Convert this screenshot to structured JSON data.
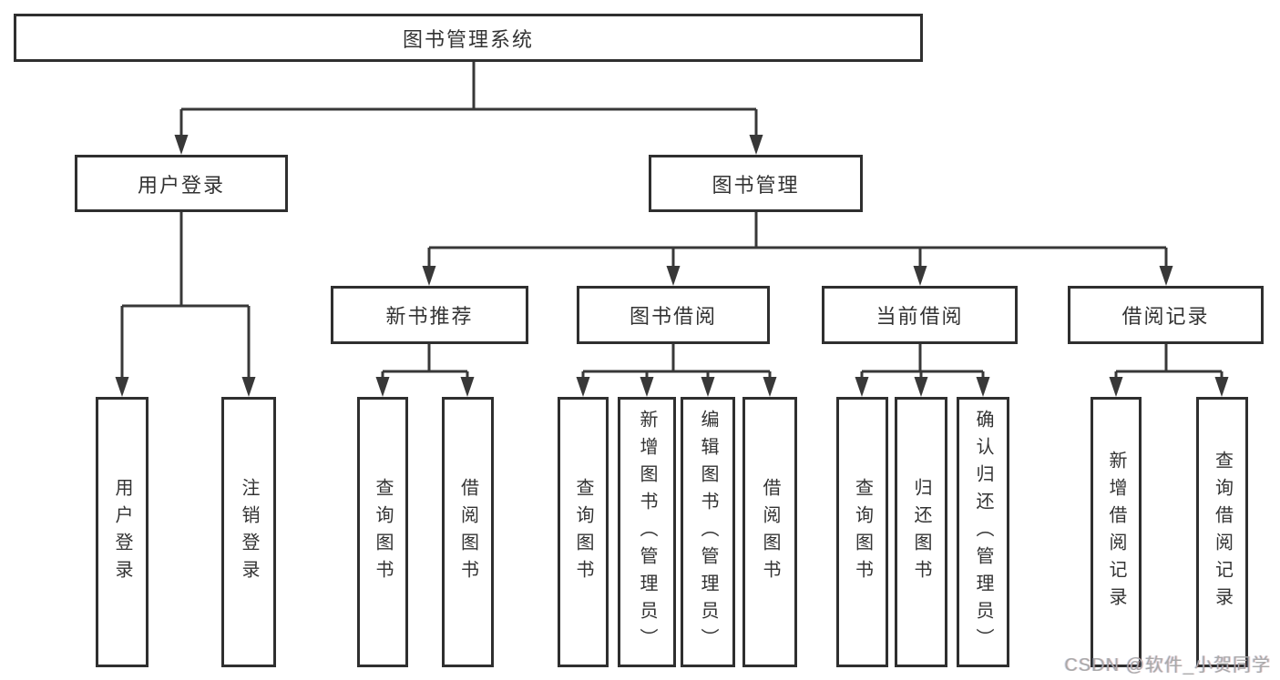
{
  "title": "图书管理系统",
  "watermark": "CSDN @软件_小贺同学",
  "colors": {
    "line": "#383838",
    "box_border": "#2f2f2f",
    "text": "#333333",
    "watermark": "#a9a9a9",
    "background": "#ffffff"
  },
  "tree": {
    "label": "图书管理系统",
    "children": [
      {
        "label": "用户登录",
        "children": [
          {
            "label": "用户登录"
          },
          {
            "label": "注销登录"
          }
        ]
      },
      {
        "label": "图书管理",
        "children": [
          {
            "label": "新书推荐",
            "children": [
              {
                "label": "查询图书"
              },
              {
                "label": "借阅图书"
              }
            ]
          },
          {
            "label": "图书借阅",
            "children": [
              {
                "label": "查询图书"
              },
              {
                "label": "新增图书（管理员）"
              },
              {
                "label": "编辑图书（管理员）"
              },
              {
                "label": "借阅图书"
              }
            ]
          },
          {
            "label": "当前借阅",
            "children": [
              {
                "label": "查询图书"
              },
              {
                "label": "归还图书"
              },
              {
                "label": "确认归还（管理员）"
              }
            ]
          },
          {
            "label": "借阅记录",
            "children": [
              {
                "label": "新增借阅记录"
              },
              {
                "label": "查询借阅记录"
              }
            ]
          }
        ]
      }
    ]
  }
}
